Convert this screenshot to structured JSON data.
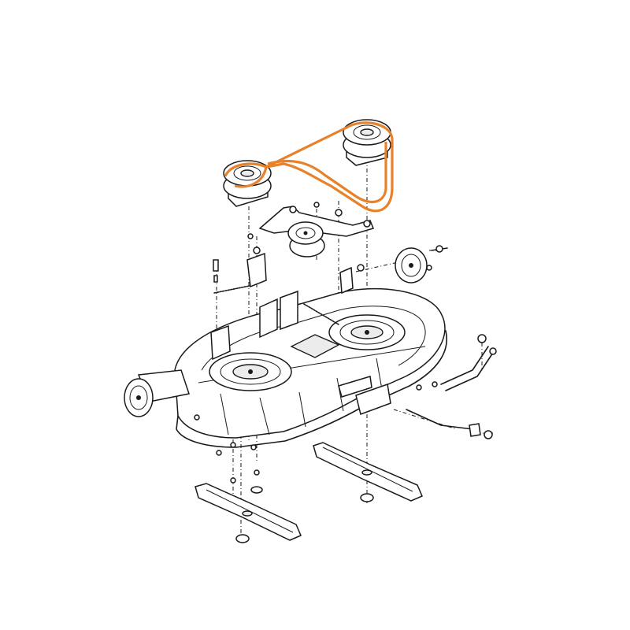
{
  "colors": {
    "line": "#1a1a1a",
    "belt": "#e8822a",
    "shade": "#ececec",
    "background": "#ffffff"
  },
  "parts": [
    "drive-belt",
    "left-spindle-pulley",
    "right-spindle-pulley",
    "idler-pulley",
    "idler-bracket",
    "tension-spring",
    "mower-deck",
    "left-blade",
    "right-blade",
    "front-gauge-wheel",
    "rear-gauge-wheel",
    "deck-lift-linkage"
  ]
}
